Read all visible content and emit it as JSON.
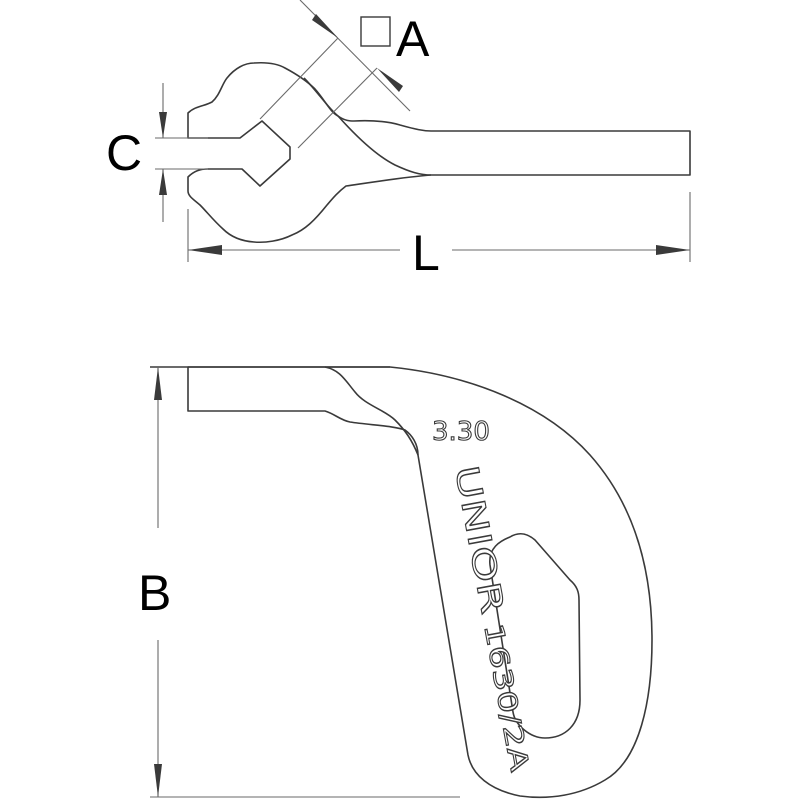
{
  "labels": {
    "dim_a": "A",
    "dim_c": "C",
    "dim_l": "L",
    "dim_b": "B"
  },
  "engraving": {
    "size": "3.30",
    "brand": "UNIOR",
    "model": "1630/2A"
  },
  "colors": {
    "line": "#3a3a3a",
    "dimension": "#6a6a6a"
  }
}
